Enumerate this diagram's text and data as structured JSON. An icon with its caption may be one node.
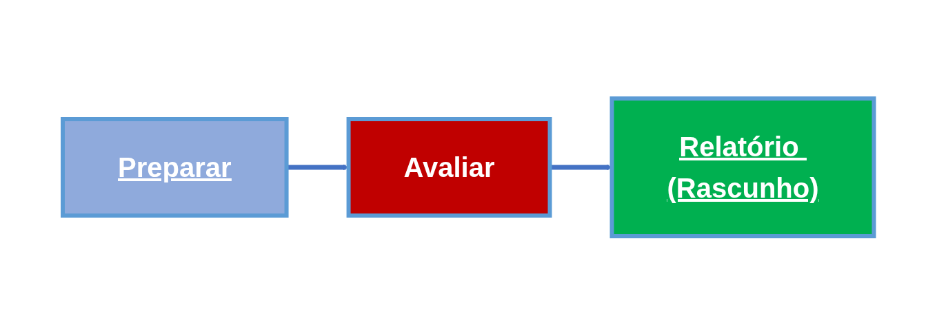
{
  "diagram": {
    "nodes": [
      {
        "text": [
          "Preparar"
        ]
      },
      {
        "text": [
          "Avaliar"
        ]
      },
      {
        "text": [
          "Relatório (Rascunho)"
        ]
      }
    ],
    "edges": [
      {
        "from": 0,
        "to": 1,
        "arrow": "to"
      },
      {
        "from": 1,
        "to": 2,
        "arrow": "to"
      }
    ]
  }
}
